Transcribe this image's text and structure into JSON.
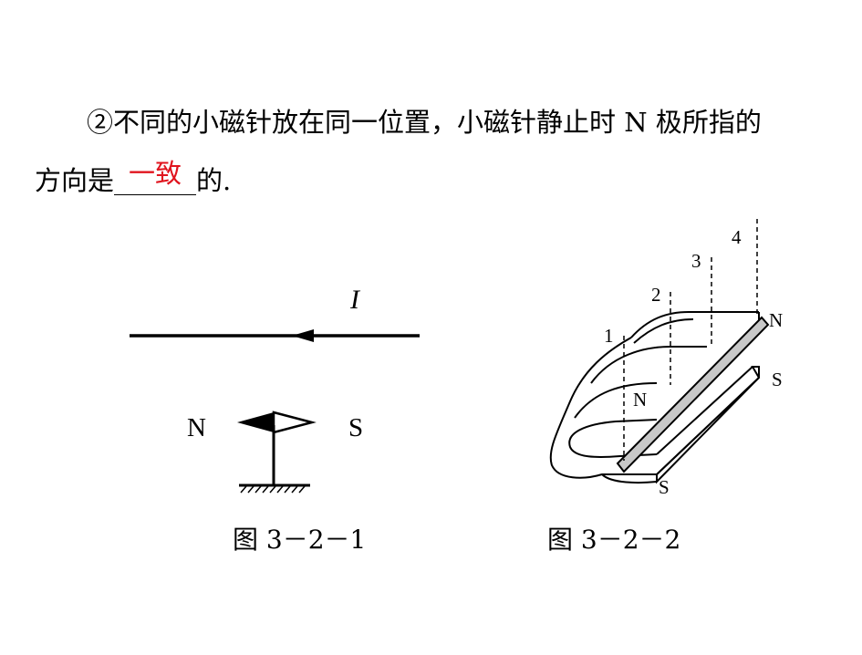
{
  "text": {
    "line1": "②不同的小磁针放在同一位置，小磁针静止时 N 极所指的",
    "line2_before": "方向是",
    "answer": "一致",
    "line2_after": "的."
  },
  "figure1": {
    "current_label": "I",
    "north_label": "N",
    "south_label": "S",
    "caption": "图 3－2－1"
  },
  "figure2": {
    "field_line_labels": [
      "1",
      "2",
      "3",
      "4"
    ],
    "top_north_label": "N",
    "top_south_label": "S",
    "inner_north_label": "N",
    "bottom_south_label": "S",
    "caption": "图 3－2－2"
  }
}
